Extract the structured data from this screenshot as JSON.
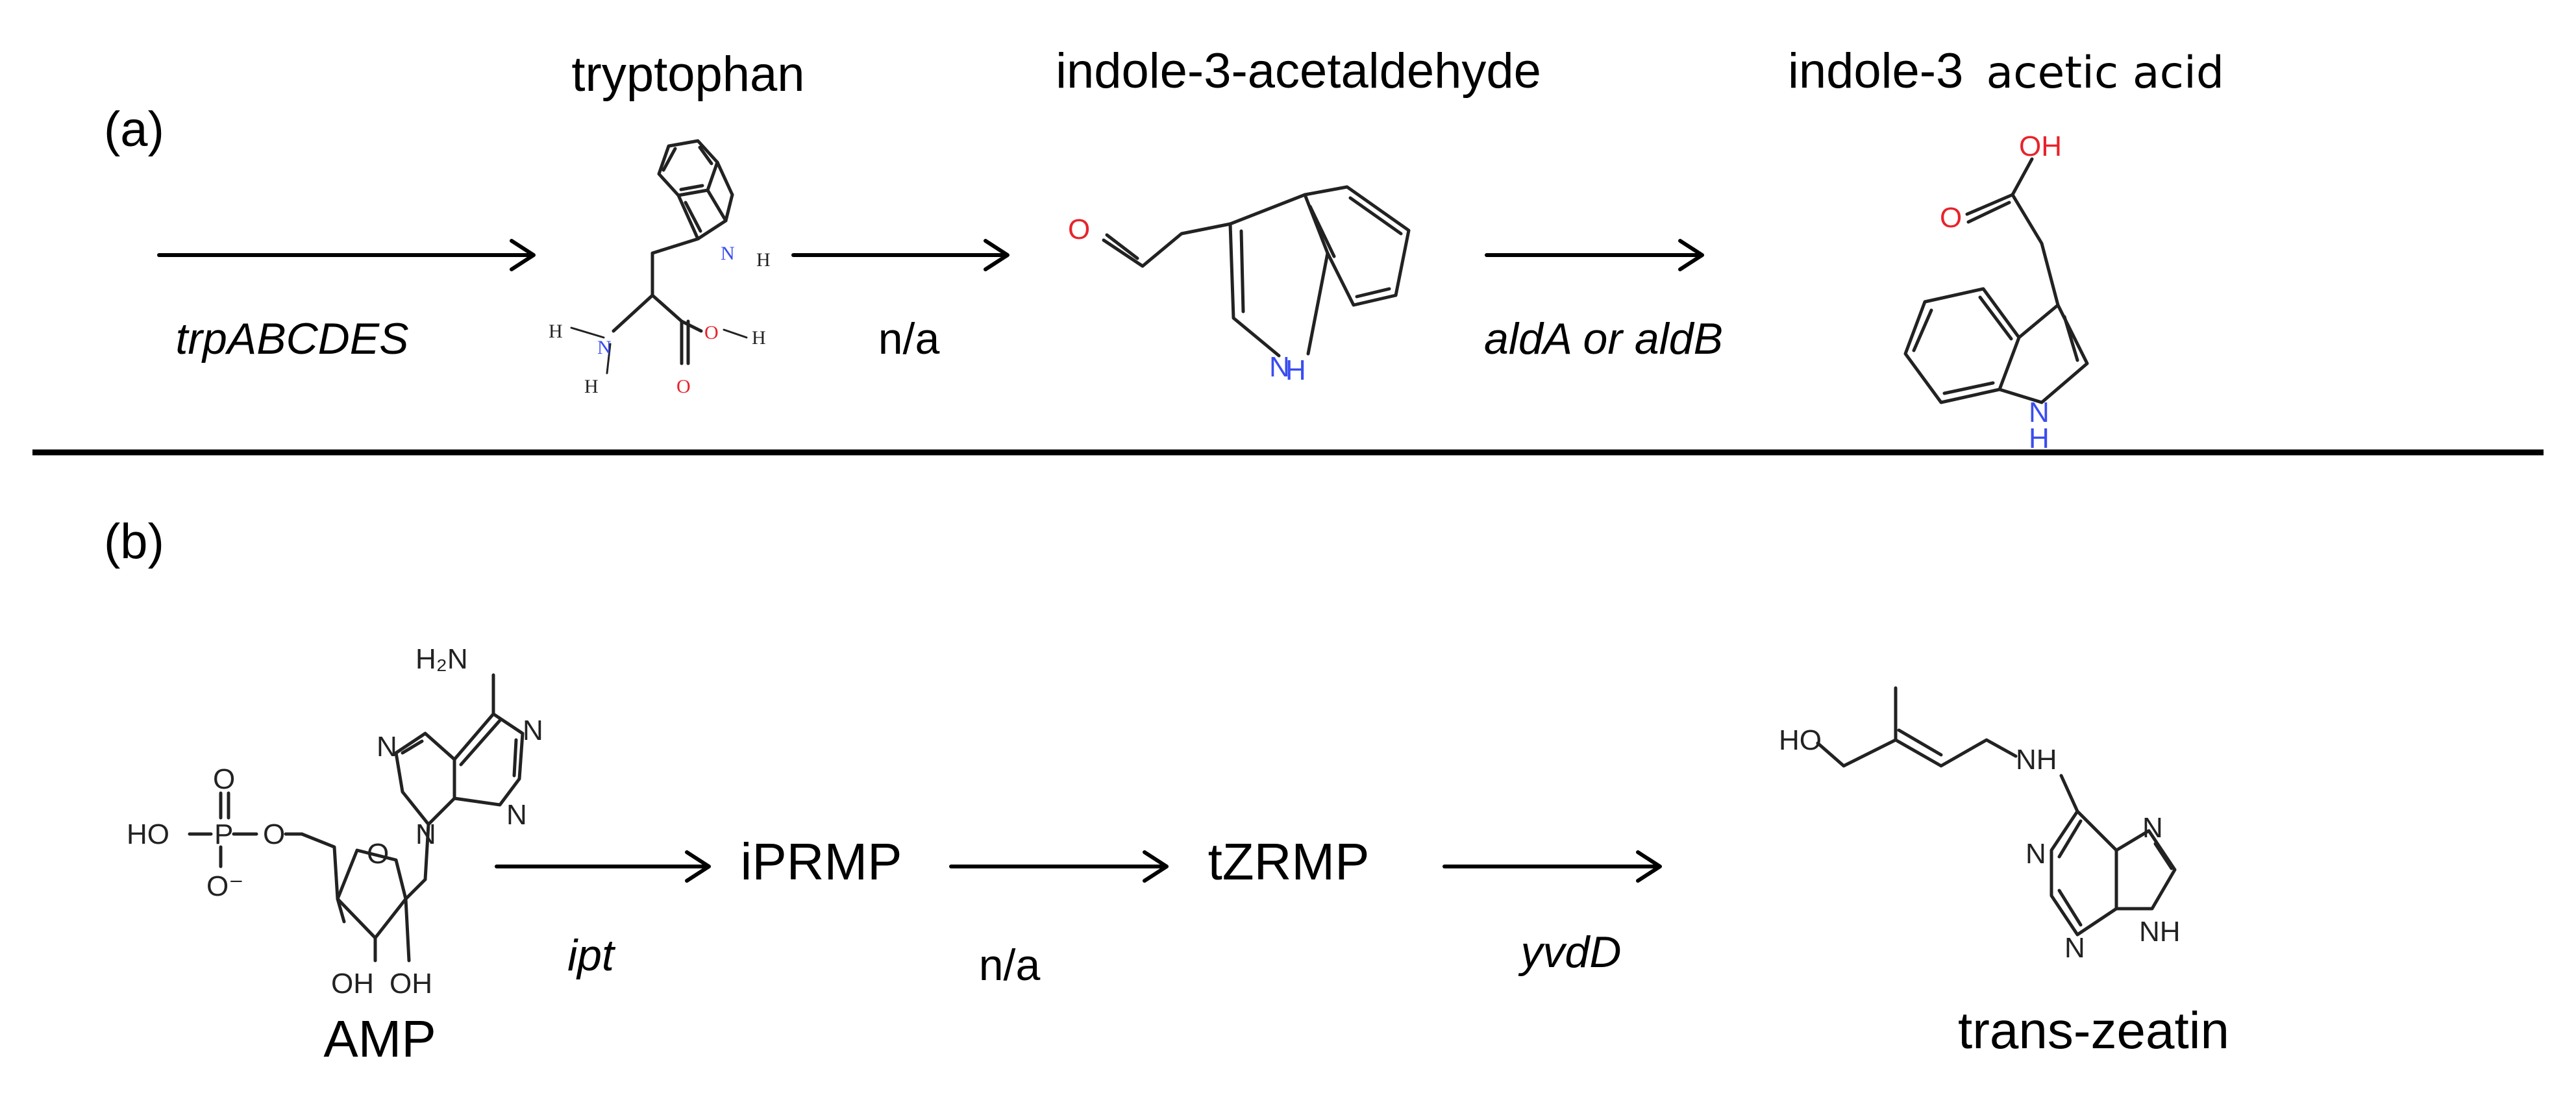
{
  "panel_a": {
    "label": "(a)",
    "tryptophan": "tryptophan",
    "indole_acetaldehyde": "indole-3-acetaldehyde",
    "iaa_prefix": "indole-3",
    "iaa_suffix": "acetic acid",
    "gene_1": "trpABCDES",
    "gene_2": "n/a",
    "gene_3": "aldA or aldB"
  },
  "panel_b": {
    "label": "(b)",
    "amp": "AMP",
    "iprmp": "iPRMP",
    "tzrmp": "tZRMP",
    "trans_zeatin": "trans-zeatin",
    "gene_1": "ipt",
    "gene_2": "n/a",
    "gene_3": "yvdD"
  },
  "atoms": {
    "n": "N",
    "h": "H",
    "o": "O",
    "oh": "OH",
    "nh": "NH",
    "ho": "HO",
    "h2n": "H₂N",
    "p": "P",
    "o_minus": "O⁻"
  }
}
